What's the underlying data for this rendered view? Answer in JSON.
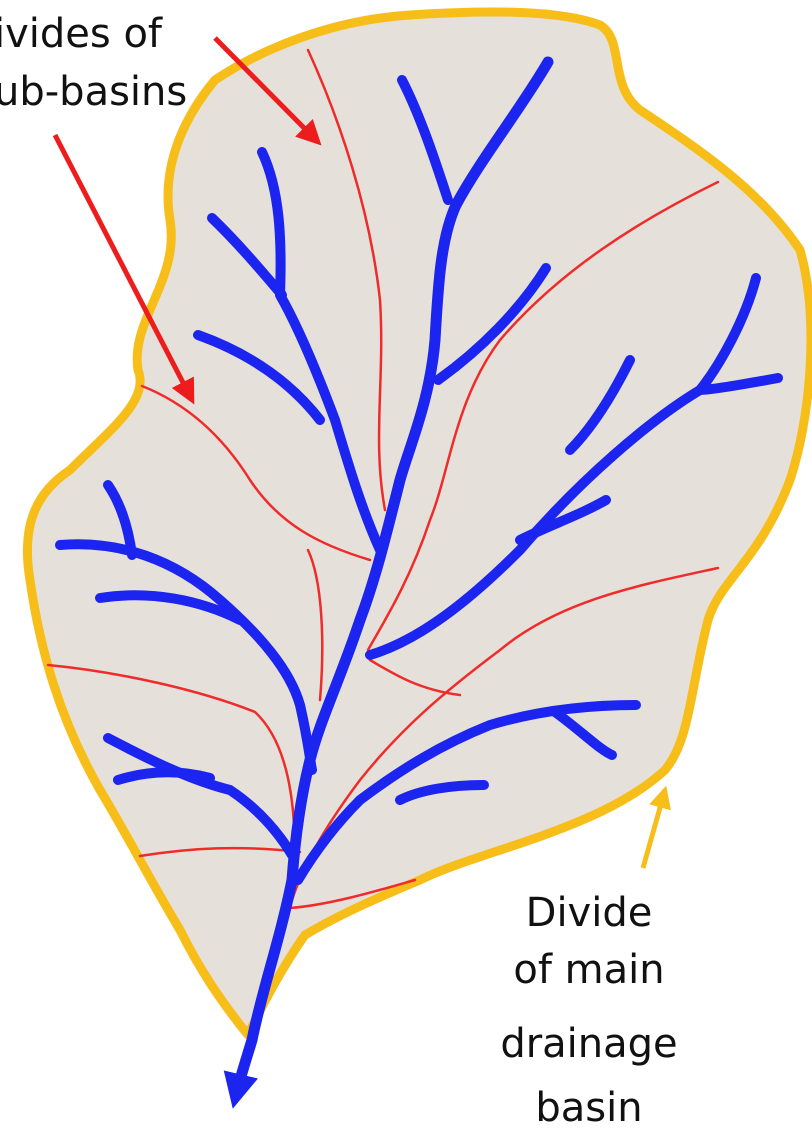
{
  "labels": {
    "subbasin_line1": "ivides of",
    "subbasin_line2": "ub-basins",
    "main_line1": "Divide",
    "main_line2": "of main",
    "main_line3": "drainage",
    "main_line4": "basin"
  },
  "colors": {
    "basin_fill": "#e5e1da",
    "main_divide": "#f7be1a",
    "stream": "#1c24f0",
    "subbasin_divide": "#ef2b2b",
    "arrow_red": "#ee1d1d",
    "arrow_yellow": "#f7be1a",
    "label_text": "#111111"
  }
}
